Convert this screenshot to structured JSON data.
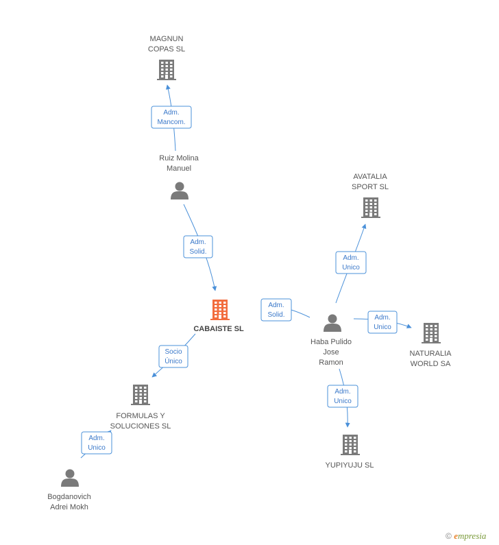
{
  "nodes": [
    {
      "id": "magnun",
      "type": "company",
      "lines": [
        "MAGNUN",
        "COPAS SL"
      ],
      "main": false
    },
    {
      "id": "ruiz",
      "type": "person",
      "lines": [
        "Ruiz Molina",
        "Manuel"
      ],
      "main": false
    },
    {
      "id": "avatalia",
      "type": "company",
      "lines": [
        "AVATALIA",
        "SPORT SL"
      ],
      "main": false
    },
    {
      "id": "cabaiste",
      "type": "company",
      "lines": [
        "CABAISTE SL"
      ],
      "main": true
    },
    {
      "id": "haba",
      "type": "person",
      "lines": [
        "Haba Pulido",
        "Jose",
        "Ramon"
      ],
      "main": false
    },
    {
      "id": "naturalia",
      "type": "company",
      "lines": [
        "NATURALIA",
        "WORLD SA"
      ],
      "main": false
    },
    {
      "id": "formulas",
      "type": "company",
      "lines": [
        "FORMULAS Y",
        "SOLUCIONES SL"
      ],
      "main": false
    },
    {
      "id": "yupiyuju",
      "type": "company",
      "lines": [
        "YUPIYUJU SL"
      ],
      "main": false
    },
    {
      "id": "bogdanovich",
      "type": "person",
      "lines": [
        "Bogdanovich",
        "Adrei Mokh"
      ],
      "main": false
    }
  ],
  "edges": [
    {
      "from": "ruiz",
      "to": "magnun",
      "label": [
        "Adm.",
        "Mancom."
      ]
    },
    {
      "from": "ruiz",
      "to": "cabaiste",
      "label": [
        "Adm.",
        "Solid."
      ]
    },
    {
      "from": "haba",
      "to": "cabaiste",
      "label": [
        "Adm.",
        "Solid."
      ]
    },
    {
      "from": "haba",
      "to": "avatalia",
      "label": [
        "Adm.",
        "Unico"
      ]
    },
    {
      "from": "haba",
      "to": "naturalia",
      "label": [
        "Adm.",
        "Unico"
      ]
    },
    {
      "from": "haba",
      "to": "yupiyuju",
      "label": [
        "Adm.",
        "Unico"
      ]
    },
    {
      "from": "cabaiste",
      "to": "formulas",
      "label": [
        "Socio",
        "Único"
      ]
    },
    {
      "from": "bogdanovich",
      "to": "formulas",
      "label": [
        "Adm.",
        "Unico"
      ]
    }
  ],
  "colors": {
    "company": "#7a7a7a",
    "main_company": "#f26c3d",
    "person": "#7a7a7a",
    "edge": "#4a90d9"
  },
  "footer": {
    "copyright": "©",
    "brand_first": "e",
    "brand_rest": "mpresia"
  }
}
